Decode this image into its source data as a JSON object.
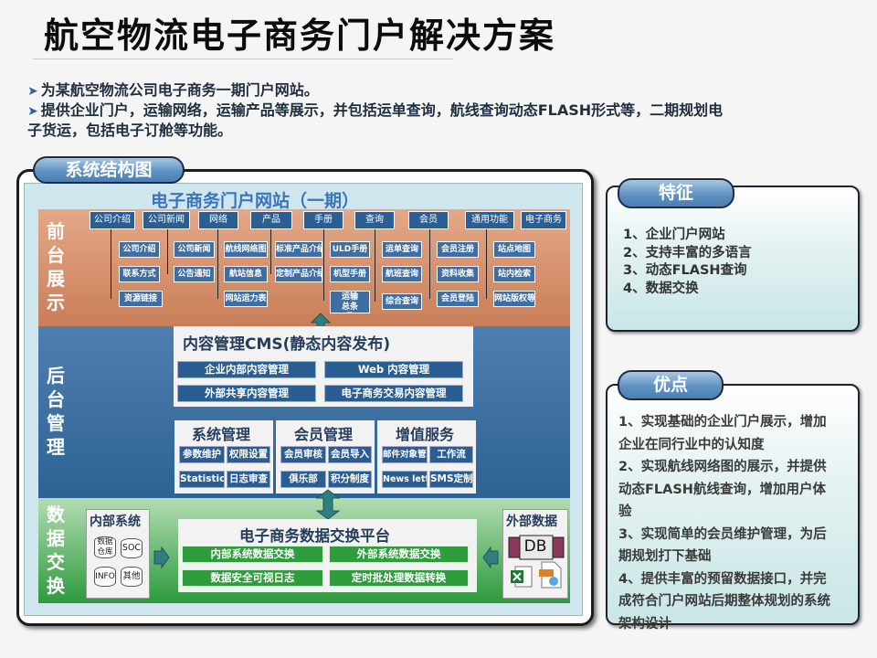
{
  "title": "航空物流电子商务门户解决方案",
  "intro": [
    {
      "bullet": "➤",
      "text": "为某航空物流公司电子商务一期门户网站。"
    },
    {
      "bullet": "➤",
      "text": "提供企业门户，运输网络，运输产品等展示，并包括运单查询，航线查询动态FLASH形式等，二期规划电"
    },
    {
      "bullet": "",
      "text": "子货运，包括电子订舱等功能。"
    }
  ],
  "diagram": {
    "tab_label": "系统结构图",
    "portal_title": "电子商务门户网站（一期）",
    "sections": {
      "front": "前台展示",
      "back": "后台管理",
      "data": "数据交换"
    },
    "nav": [
      "公司介绍",
      "公司新闻",
      "网络",
      "产品",
      "手册",
      "查询",
      "会员",
      "通用功能",
      "电子商务"
    ],
    "nav_sub": [
      [
        "公司介绍",
        "联系方式",
        "资源链接"
      ],
      [
        "公司新闻",
        "公告通知"
      ],
      [
        "航线网络图",
        "航站信息",
        "网站运力表"
      ],
      [
        "标准产品介绍",
        "定制产品介绍"
      ],
      [
        "ULD手册",
        "机型手册",
        "运输总条件"
      ],
      [
        "运单查询",
        "航班查询",
        "综合查询"
      ],
      [
        "会员注册",
        "资料收集",
        "会员登陆"
      ],
      [
        "站点地图",
        "站内检索",
        "网站版权等"
      ]
    ],
    "cms": {
      "title": "内容管理CMS(静态内容发布)",
      "items": [
        "企业内部内容管理",
        "Web 内容管理",
        "外部共享内容管理",
        "电子商务交易内容管理"
      ]
    },
    "sys": {
      "title": "系统管理",
      "items": [
        "参数维护",
        "权限设置",
        "Statistics",
        "日志审查"
      ]
    },
    "member": {
      "title": "会员管理",
      "items": [
        "会员审核",
        "会员导入",
        "俱乐部",
        "积分制度"
      ]
    },
    "value": {
      "title": "增值服务",
      "items": [
        "邮件对象管理",
        "工作流",
        "News letter",
        "SMS定制"
      ]
    },
    "internal": {
      "title": "内部系统",
      "items": [
        "数据仓库",
        "SOC",
        "INFO",
        "其他"
      ]
    },
    "exchange": {
      "title": "电子商务数据交换平台",
      "items": [
        "内部系统数据交换",
        "外部系统数据交换",
        "数据安全可视日志",
        "定时批处理数据转换"
      ]
    },
    "external": {
      "title": "外部数据",
      "db_label": "DB"
    }
  },
  "features": {
    "title": "特征",
    "items": [
      "1、企业门户网站",
      "2、支持丰富的多语言",
      "3、动态FLASH查询",
      "4、数据交换"
    ]
  },
  "advantages": {
    "title": "优点",
    "lines": [
      "1、实现基础的企业门户展示，增加",
      "企业在同行业中的认知度",
      "2、实现航线网络图的展示，并提供",
      "动态FLASH航线查询，增加用户体",
      "验",
      "3、实现简单的会员维护管理，为后",
      "期规划打下基础",
      "4、提供丰富的预留数据接口，并完",
      "成符合门户网站后期整体规划的系统",
      "架构设计"
    ]
  },
  "colors": {
    "front": "#d08a66",
    "back": "#3a6fa2",
    "data": "#3aa24a",
    "box": "#2a5d92",
    "accent": "#4b7fb2"
  }
}
